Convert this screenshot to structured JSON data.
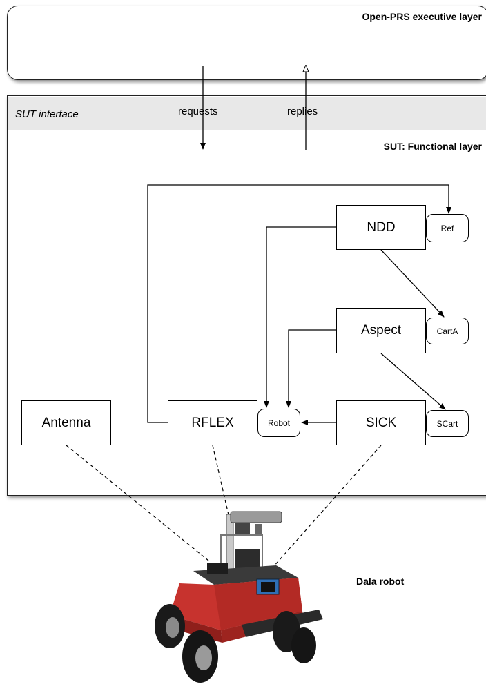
{
  "exec_layer": {
    "title": "Open-PRS executive layer"
  },
  "functional_layer": {
    "interface_label": "SUT interface",
    "title": "SUT: Functional layer",
    "requests_label": "requests",
    "replies_label": "replies"
  },
  "modules": {
    "ndd": "NDD",
    "aspect": "Aspect",
    "sick": "SICK",
    "rflex": "RFLEX",
    "antenna": "Antenna"
  },
  "ports": {
    "ref": "Ref",
    "carta": "CartA",
    "scart": "SCart",
    "robot": "Robot"
  },
  "robot": {
    "label": "Dala robot"
  }
}
